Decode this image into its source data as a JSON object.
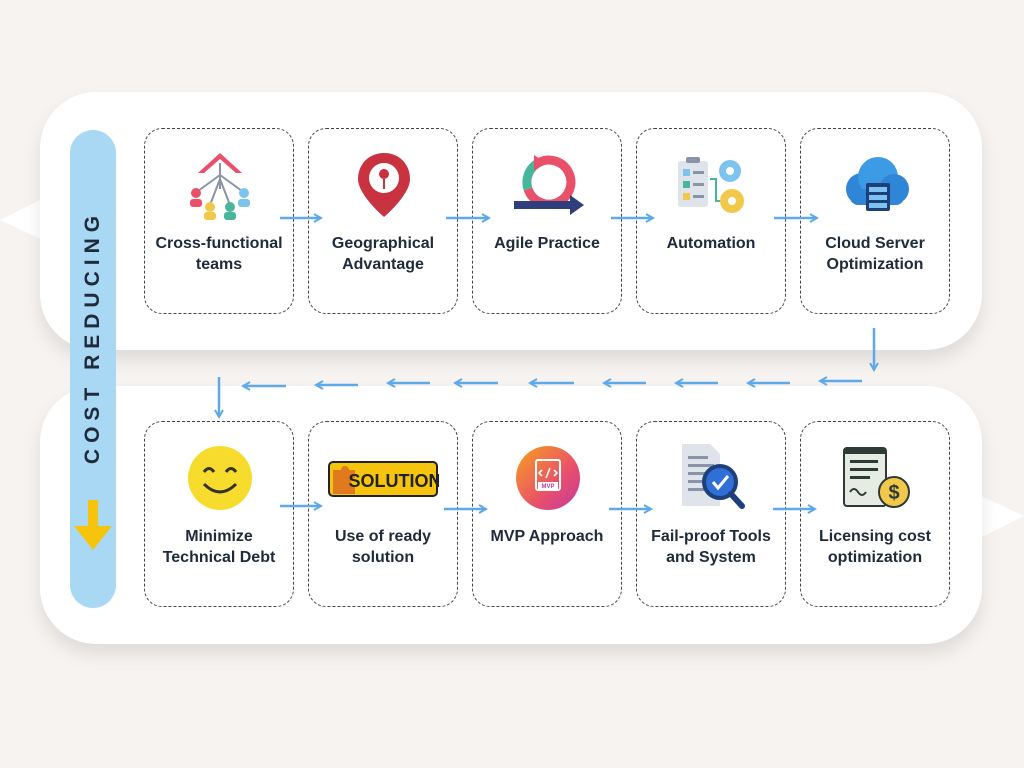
{
  "sidebar": {
    "label": "COST REDUCING"
  },
  "row1": [
    {
      "label": "Cross-functional teams",
      "icon": "team-hierarchy-icon"
    },
    {
      "label": "Geographical Advantage",
      "icon": "location-pin-icon"
    },
    {
      "label": "Agile Practice",
      "icon": "agile-cycle-icon"
    },
    {
      "label": "Automation",
      "icon": "automation-checklist-gears-icon"
    },
    {
      "label": "Cloud Server Optimization",
      "icon": "cloud-server-icon"
    }
  ],
  "row2": [
    {
      "label": "Minimize Technical Debt",
      "icon": "smiley-face-icon"
    },
    {
      "label": "Use of ready solution",
      "icon": "puzzle-solution-icon",
      "badge_text": "SOLUTION"
    },
    {
      "label": "MVP Approach",
      "icon": "mvp-code-icon",
      "badge_text": "MVP"
    },
    {
      "label": "Fail-proof Tools and System",
      "icon": "document-magnifier-check-icon"
    },
    {
      "label": "Licensing cost optimization",
      "icon": "license-dollar-icon"
    }
  ],
  "colors": {
    "sidebar": "#a9d8f5",
    "arrow": "#5ea9ea",
    "down_arrow": "#f6c40c",
    "text": "#1f2a3a"
  }
}
